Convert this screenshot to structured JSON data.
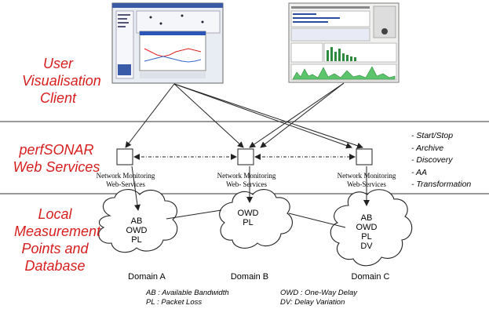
{
  "layers": {
    "client": [
      "User",
      "Visualisation",
      "Client"
    ],
    "services": [
      "perfSONAR",
      "Web Services"
    ],
    "local": [
      "Local",
      "Measurement",
      "Points and",
      "Database"
    ]
  },
  "operations": [
    "- Start/Stop",
    "- Archive",
    "- Discovery",
    "- AA",
    "- Transformation"
  ],
  "services": [
    {
      "line1": "Network Monitoring",
      "line2": "Web-Services"
    },
    {
      "line1": "Network Monitoring",
      "line2": "Web- Services"
    },
    {
      "line1": "Network Monitoring",
      "line2": "Web-Services"
    }
  ],
  "domains": [
    {
      "name": "Domain A",
      "metrics": [
        "AB",
        "OWD",
        "PL"
      ]
    },
    {
      "name": "Domain B",
      "metrics": [
        "OWD",
        "PL"
      ]
    },
    {
      "name": "Domain C",
      "metrics": [
        "AB",
        "OWD",
        "PL",
        "DV"
      ]
    }
  ],
  "legend": {
    "ab": "AB : Available Bandwidth",
    "pl": "PL : Packet Loss",
    "owd": "OWD : One-Way Delay",
    "dv": "DV: Delay Variation"
  },
  "colors": {
    "layer_text": "#d81e1e",
    "line": "#333333"
  }
}
